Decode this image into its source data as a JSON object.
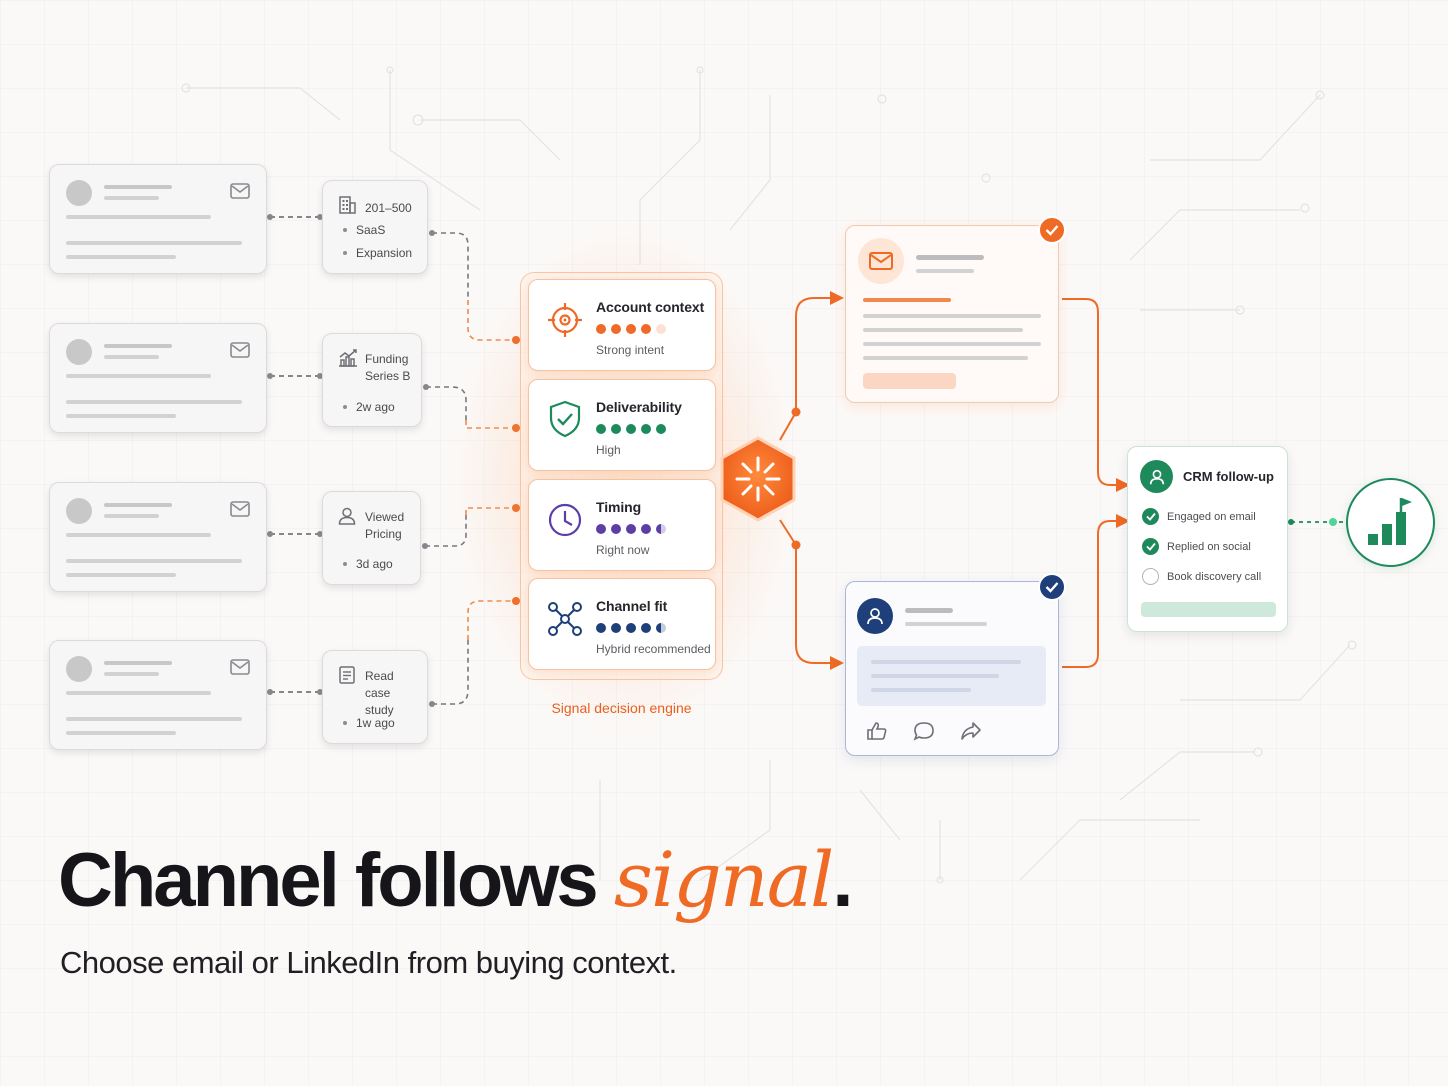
{
  "colors": {
    "orange": "#ee6a25",
    "green": "#1e8a5b",
    "purple": "#5b3fa6",
    "navy": "#1f3f7a",
    "text_dark": "#15151a"
  },
  "lead_cards": [
    {
      "icon": "mail-icon"
    },
    {
      "icon": "mail-icon"
    },
    {
      "icon": "mail-icon"
    },
    {
      "icon": "mail-icon"
    }
  ],
  "signals": [
    {
      "icon": "building-icon",
      "title": "201–500",
      "bullets": [
        "SaaS",
        "Expansion"
      ]
    },
    {
      "icon": "growth-chart-icon",
      "title": "Funding Series B",
      "bullets": [
        "2w ago"
      ]
    },
    {
      "icon": "user-icon",
      "title": "Viewed Pricing",
      "bullets": [
        "3d ago"
      ]
    },
    {
      "icon": "document-icon",
      "title": "Read case study",
      "bullets": [
        "1w ago"
      ]
    }
  ],
  "engine": {
    "label": "Signal decision engine",
    "cards": [
      {
        "icon": "target-icon",
        "title": "Account context",
        "subtitle": "Strong intent",
        "rating": 4,
        "max": 5,
        "color": "#ee6a25"
      },
      {
        "icon": "shield-check-icon",
        "title": "Deliverability",
        "subtitle": "High",
        "rating": 5,
        "max": 5,
        "color": "#1e8a5b"
      },
      {
        "icon": "clock-icon",
        "title": "Timing",
        "subtitle": "Right now",
        "rating": 4.5,
        "max": 5,
        "color": "#5b3fa6"
      },
      {
        "icon": "network-icon",
        "title": "Channel fit",
        "subtitle": "Hybrid recommended",
        "rating": 4.5,
        "max": 5,
        "color": "#1f3f7a"
      }
    ]
  },
  "channels": {
    "email": {
      "icon": "mail-icon",
      "status": "selected"
    },
    "social": {
      "icon": "user-icon",
      "actions": [
        "like-icon",
        "comment-icon",
        "share-icon"
      ],
      "status": "selected"
    }
  },
  "crm": {
    "title": "CRM follow-up",
    "items": [
      {
        "label": "Engaged on email",
        "done": true
      },
      {
        "label": "Replied on social",
        "done": true
      },
      {
        "label": "Book discovery call",
        "done": false
      }
    ]
  },
  "headline": {
    "main": "Channel follows ",
    "accent": "signal",
    "end": ".",
    "subtitle": "Choose email or LinkedIn from buying context."
  }
}
